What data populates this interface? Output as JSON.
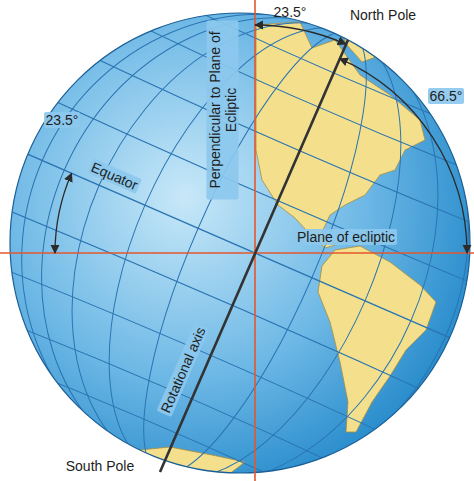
{
  "diagram": {
    "labels": [
      "23.5°",
      "North Pole",
      "66.5°",
      "Perpendicular to Plane of Ecliptic",
      "23.5°",
      "Equator",
      "Plane of ecliptic",
      "Rotational axis",
      "South Pole"
    ]
  }
}
